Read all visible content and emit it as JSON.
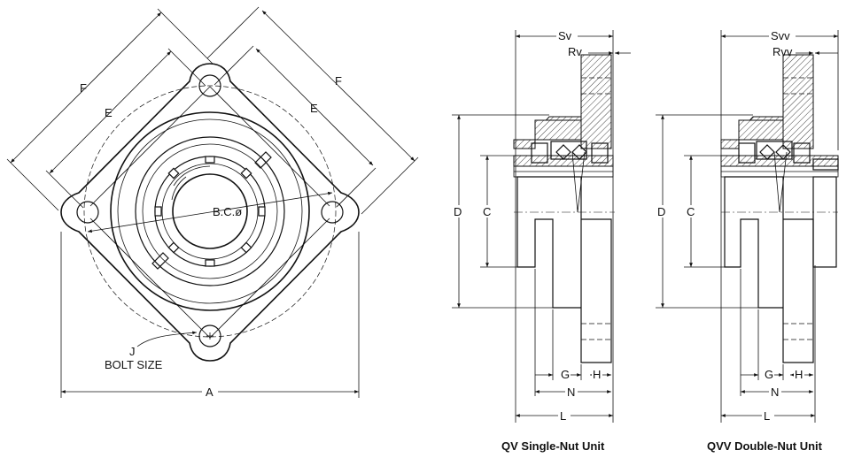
{
  "front_view": {
    "dim_F_left": "F",
    "dim_E_left": "E",
    "dim_F_right": "F",
    "dim_E_right": "E",
    "dim_BC": "B.C.ø",
    "dim_J": "J",
    "bolt_size": "BOLT SIZE",
    "dim_A": "A"
  },
  "single_nut": {
    "caption": "QV Single-Nut Unit",
    "dim_S": "Sv",
    "dim_R": "Rv",
    "dim_D": "D",
    "dim_C": "C",
    "dim_G": "G",
    "dim_H": "H",
    "dim_N": "N",
    "dim_L": "L"
  },
  "double_nut": {
    "caption": "QVV Double-Nut Unit",
    "dim_S": "Svv",
    "dim_R": "Rvv",
    "dim_D": "D",
    "dim_C": "C",
    "dim_G": "G",
    "dim_H": "H",
    "dim_N": "N",
    "dim_L": "L"
  }
}
